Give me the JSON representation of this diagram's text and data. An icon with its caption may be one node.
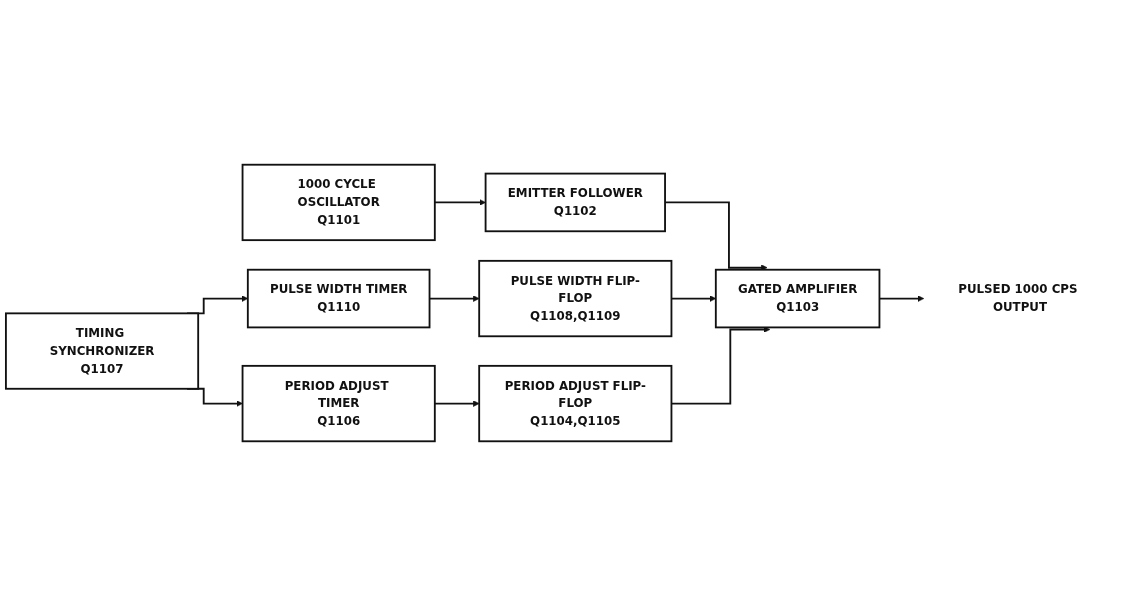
{
  "diagram": {
    "nodes": [
      {
        "text": [
          "1000 CYCLE OSCILLATOR",
          "Q1101"
        ]
      },
      {
        "text": [
          "EMITTER FOLLOWER",
          "Q1102"
        ]
      },
      {
        "text": [
          "GATED AMPLIFIER",
          "Q1103"
        ]
      },
      {
        "text": [
          "PULSED 1000 CPS OUTPUT"
        ]
      },
      {
        "text": [
          "PULSE WIDTH TIMER",
          "Q1110"
        ]
      },
      {
        "text": [
          "PULSE WIDTH FLIP-FLOP",
          "Q1108,Q1109"
        ]
      },
      {
        "text": [
          "TIMING SYNCHRONIZER",
          "Q1107"
        ]
      },
      {
        "text": [
          "PERIOD ADJUST TIMER",
          "Q1106"
        ]
      },
      {
        "text": [
          "PERIOD ADJUST FLIP-FLOP",
          "Q1104,Q1105"
        ]
      }
    ],
    "edges": [
      {
        "from": 0,
        "to": 1,
        "arrow": "to"
      },
      {
        "from": 1,
        "to": 2,
        "arrow": "to"
      },
      {
        "from": 2,
        "to": 3,
        "arrow": "to"
      },
      {
        "from": 6,
        "to": 4,
        "arrow": "to"
      },
      {
        "from": 4,
        "to": 5,
        "arrow": "to"
      },
      {
        "from": 5,
        "to": 2,
        "arrow": "to"
      },
      {
        "from": 6,
        "to": 7,
        "arrow": "to"
      },
      {
        "from": 7,
        "to": 8,
        "arrow": "to"
      },
      {
        "from": 8,
        "to": 2,
        "arrow": "to"
      }
    ]
  }
}
